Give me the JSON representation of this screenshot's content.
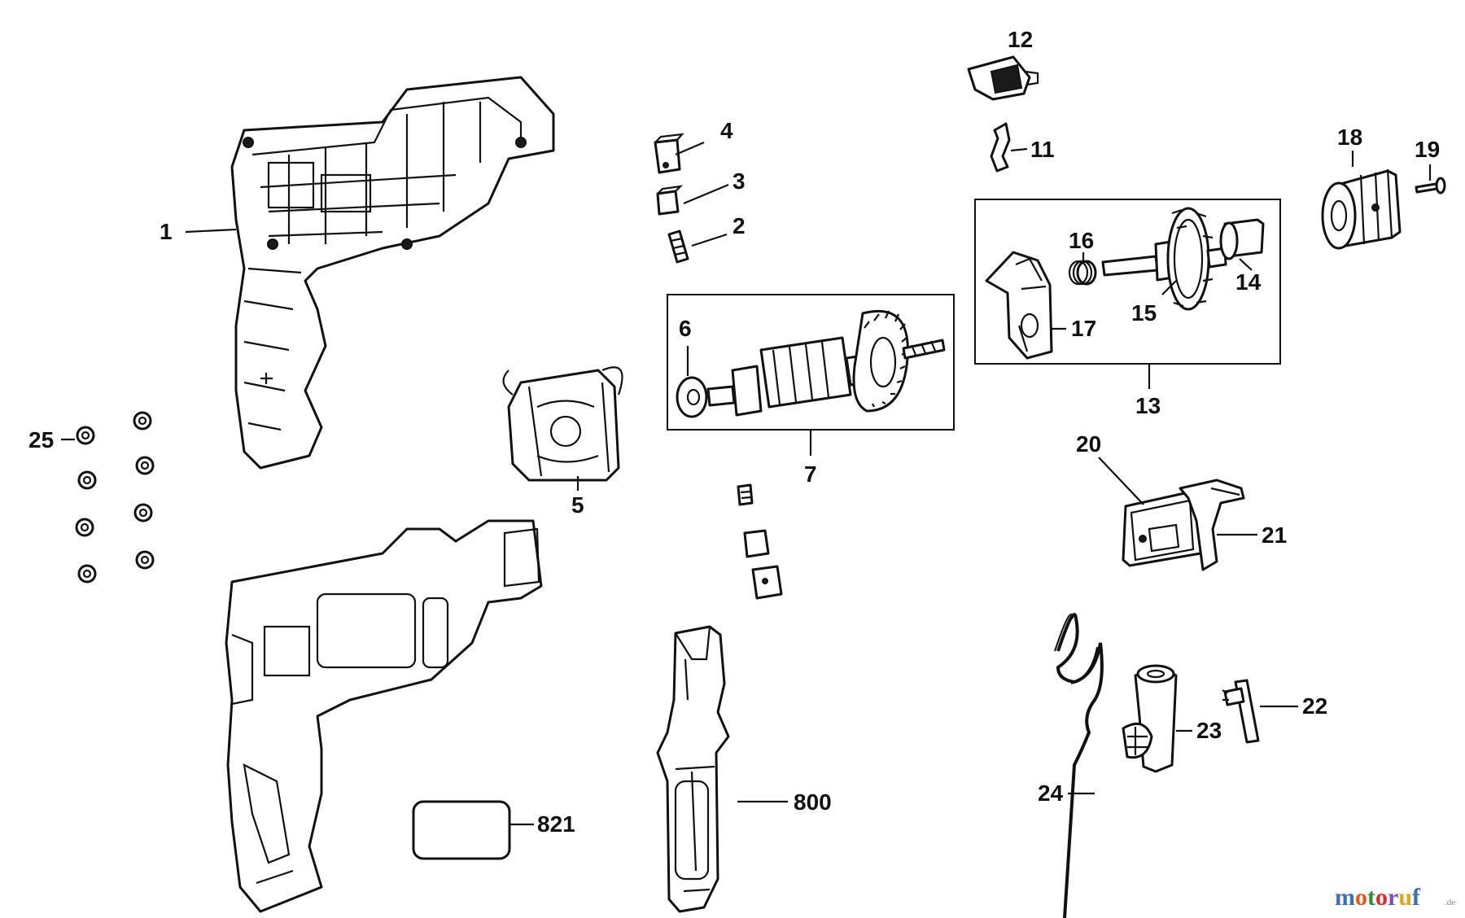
{
  "diagram": {
    "callouts": {
      "c1": "1",
      "c2": "2",
      "c3": "3",
      "c4": "4",
      "c5": "5",
      "c6": "6",
      "c7": "7",
      "c11": "11",
      "c12": "12",
      "c13": "13",
      "c14": "14",
      "c15": "15",
      "c16": "16",
      "c17": "17",
      "c18": "18",
      "c19": "19",
      "c20": "20",
      "c21": "21",
      "c22": "22",
      "c23": "23",
      "c24": "24",
      "c25": "25",
      "c800": "800",
      "c821": "821"
    }
  },
  "watermark": {
    "letters": [
      "m",
      "o",
      "t",
      "o",
      "r",
      "u",
      "f"
    ],
    "suffix": ".de",
    "colors": [
      "#3b6fb6",
      "#e05a1a",
      "#2f8f3a",
      "#d62a2a",
      "#7a4fb3",
      "#e0a51a",
      "#3b6fb6"
    ]
  }
}
